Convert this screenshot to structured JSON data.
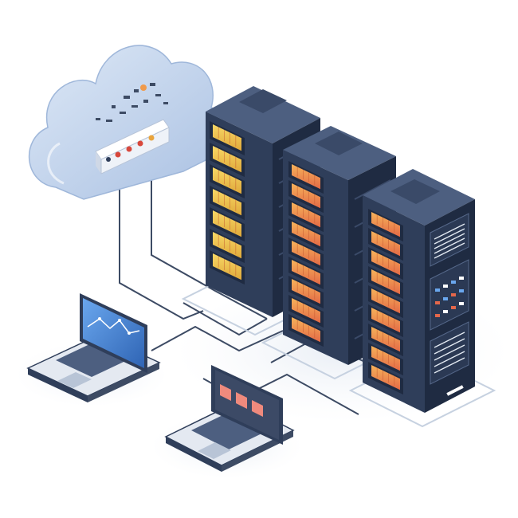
{
  "scene": {
    "cloud": {
      "icon": "cloud-icon",
      "color": "#bcd0ea"
    },
    "servers": [
      {
        "id": "rack-1",
        "panel": "yellow",
        "slots": 7
      },
      {
        "id": "rack-2",
        "panel": "orange",
        "slots": 9
      },
      {
        "id": "rack-3",
        "panel": "orange",
        "slots": 9
      }
    ],
    "laptops": [
      {
        "id": "laptop-left",
        "screen": "chart"
      },
      {
        "id": "laptop-front",
        "screen": "tiles"
      }
    ],
    "colors": {
      "rack": "#2f3e5a",
      "rack_dark": "#1f2b42",
      "rack_light": "#4d5f80",
      "slot_orange": "#f09a4b",
      "slot_red": "#e4674b",
      "slot_yellow": "#f2c945",
      "cable": "#3d4b64",
      "floor": "#e8edf4",
      "screen_blue": "#4a86d6",
      "tile": "#ef8a7d"
    }
  }
}
